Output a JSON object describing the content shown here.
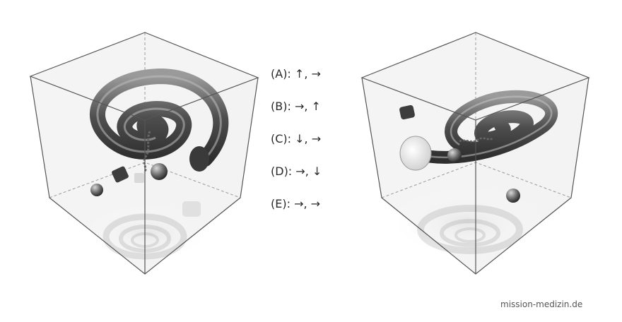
{
  "options": [
    {
      "label": "(A): ↑, →"
    },
    {
      "label": "(B): →, ↑"
    },
    {
      "label": "(C): ↓, →"
    },
    {
      "label": "(D): →, ↓"
    },
    {
      "label": "(E): →, →"
    }
  ],
  "credit": "mission-medizin.de"
}
